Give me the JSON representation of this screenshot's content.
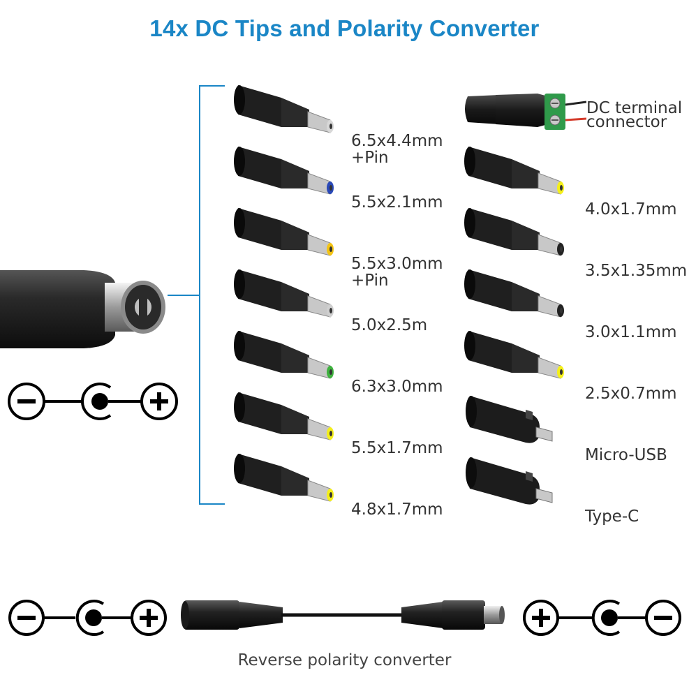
{
  "title": "14x DC Tips and Polarity Converter",
  "terminal_label": [
    "DC terminal",
    "connector"
  ],
  "left_tips": [
    {
      "line1": "6.5x4.4mm",
      "line2": "+Pin",
      "color": "#d8d8d8"
    },
    {
      "line1": "5.5x2.1mm",
      "line2": "",
      "color": "#2a49b8"
    },
    {
      "line1": "5.5x3.0mm",
      "line2": "+Pin",
      "color": "#f3c313"
    },
    {
      "line1": "5.0x2.5m",
      "line2": "",
      "color": "#cfcfcf"
    },
    {
      "line1": "6.3x3.0mm",
      "line2": "",
      "color": "#3fb23f"
    },
    {
      "line1": "5.5x1.7mm",
      "line2": "",
      "color": "#f4ef1a"
    },
    {
      "line1": "4.8x1.7mm",
      "line2": "",
      "color": "#f4ef1a"
    }
  ],
  "right_tips": [
    {
      "line1": "4.0x1.7mm",
      "color": "#f4ef1a"
    },
    {
      "line1": "3.5x1.35mm",
      "color": "#222222"
    },
    {
      "line1": "3.0x1.1mm",
      "color": "#222222"
    },
    {
      "line1": "2.5x0.7mm",
      "color": "#f4ef1a"
    },
    {
      "line1": "Micro-USB",
      "color": "#c8c8c8"
    },
    {
      "line1": "Type-C",
      "color": "#c8c8c8"
    }
  ],
  "caption": "Reverse polarity converter",
  "accent_color": "#1a86c6",
  "icons": [
    "minus-symbol-icon",
    "center-pin-icon",
    "plus-symbol-icon",
    "dc-plug-icon",
    "terminal-block-icon"
  ]
}
